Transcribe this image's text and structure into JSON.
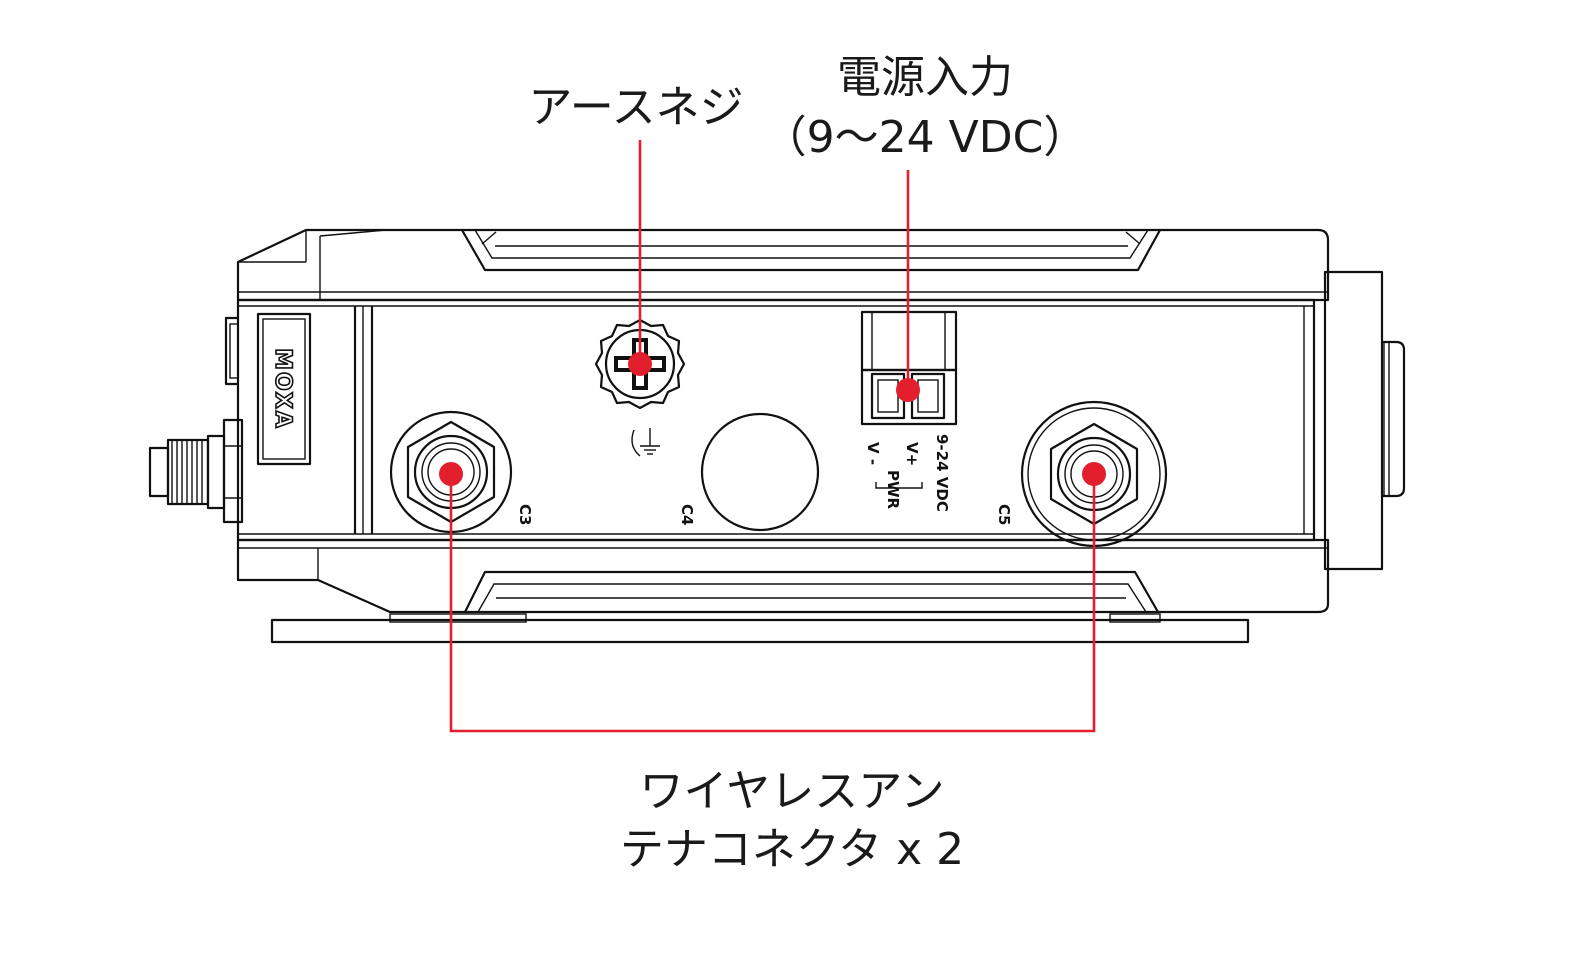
{
  "callouts": {
    "ground_screw": "アースネジ",
    "power_input_title": "電源入力",
    "power_input_range": "（9〜24 VDC）",
    "antenna_line1": "ワイヤレスアン",
    "antenna_line2": "テナコネクタ x 2"
  },
  "device_labels": {
    "brand": "MOXA",
    "c3": "C3",
    "c4": "C4",
    "c5": "C5",
    "voltage": "9-24 VDC",
    "v_plus": "V+",
    "v_minus": "V -",
    "pwr": "PWR"
  },
  "colors": {
    "leader": "#e31e2d",
    "outline": "#111111"
  }
}
